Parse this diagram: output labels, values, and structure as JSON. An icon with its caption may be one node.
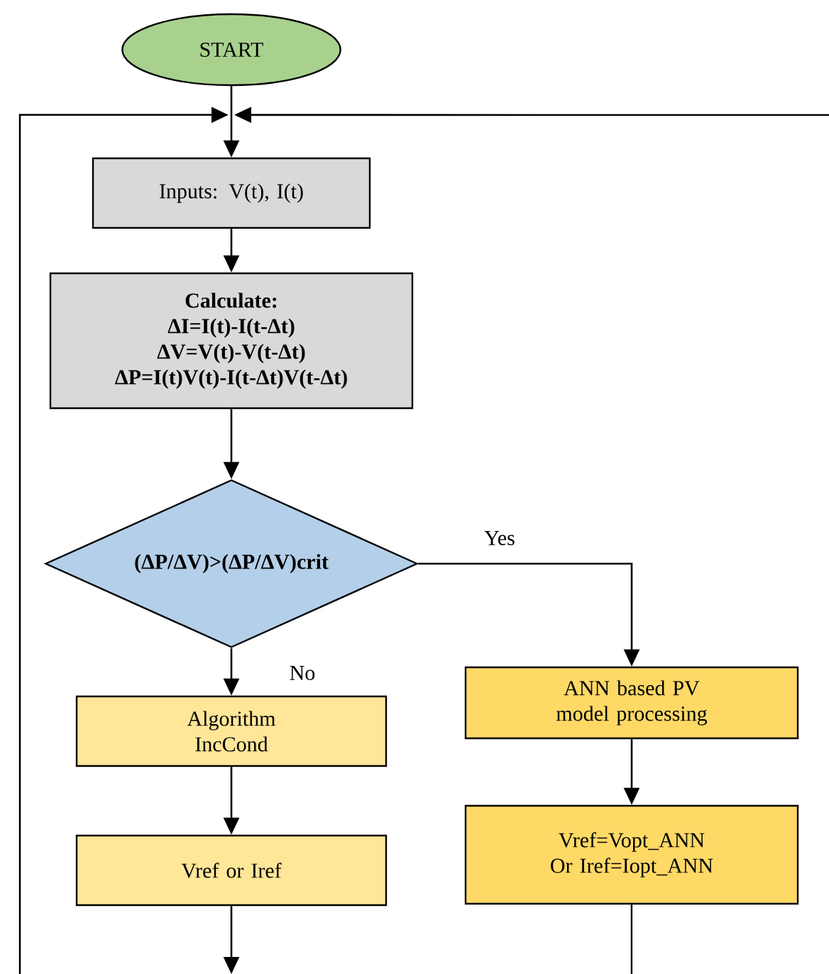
{
  "diagram": {
    "nodes": [
      {
        "text": [
          "START"
        ]
      },
      {
        "text": [
          "Inputs: V(t), I(t)"
        ]
      },
      {
        "text": [
          "Calculate:",
          "ΔI=I(t)-I(t-Δt)",
          "ΔV=V(t)-V(t-Δt)",
          "ΔP=I(t)V(t)-I(t-Δt)V(t-Δt)"
        ]
      },
      {
        "text": [
          "(ΔP/ΔV)>(ΔP/ΔV)crit"
        ]
      },
      {
        "text": [
          "ANN based PV model processing"
        ]
      },
      {
        "text": [
          "Algorithm IncCond"
        ]
      },
      {
        "text": [
          "Vref or Iref"
        ]
      },
      {
        "text": [
          "Vref=Vopt_ANN Or Iref=Iopt_ANN"
        ]
      }
    ],
    "edges": [
      {
        "from": 0,
        "to": 1,
        "arrow": "to"
      },
      {
        "from": null,
        "to": 1,
        "arrow": "to"
      },
      {
        "from": null,
        "to": 1,
        "arrow": "to"
      },
      {
        "from": 1,
        "to": 2,
        "arrow": "to"
      },
      {
        "from": 2,
        "to": 3,
        "arrow": "to"
      },
      {
        "from": 3,
        "to": 4,
        "arrow": "to",
        "label": "Yes"
      },
      {
        "from": 3,
        "to": 5,
        "arrow": "to",
        "label": "No"
      },
      {
        "from": 5,
        "to": 6,
        "arrow": "to"
      },
      {
        "from": 4,
        "to": 7,
        "arrow": "to"
      },
      {
        "from": 6,
        "to": null,
        "arrow": "to"
      },
      {
        "from": 7,
        "to": null,
        "arrow": "none"
      }
    ]
  }
}
